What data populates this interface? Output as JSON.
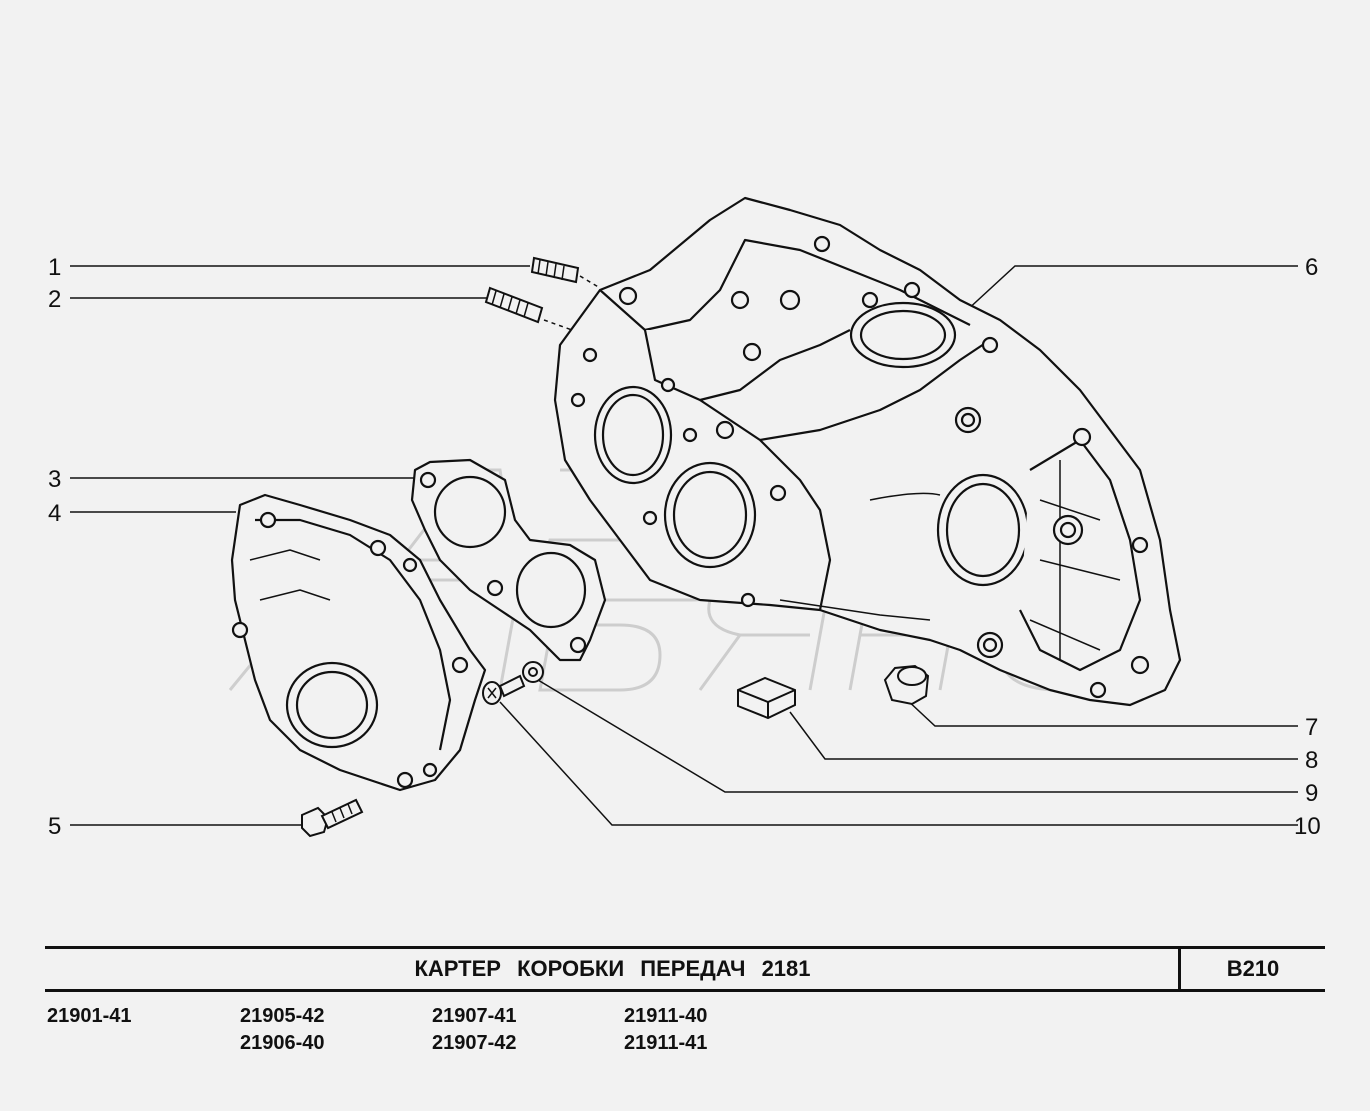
{
  "callouts": [
    "1",
    "2",
    "3",
    "4",
    "5",
    "6",
    "7",
    "8",
    "9",
    "10"
  ],
  "title": "КАРТЕР КОРОБКИ ПЕРЕДАЧ 2181",
  "code": "B210",
  "watermark": "АВТО АЛЬЯНС",
  "models": [
    "21901-41",
    "21905-42",
    "21906-40",
    "21907-41",
    "21907-42",
    "21911-40",
    "21911-41"
  ],
  "colors": {
    "line": "#111111",
    "background": "#f2f2f2",
    "watermark": "#c8c8c8"
  }
}
